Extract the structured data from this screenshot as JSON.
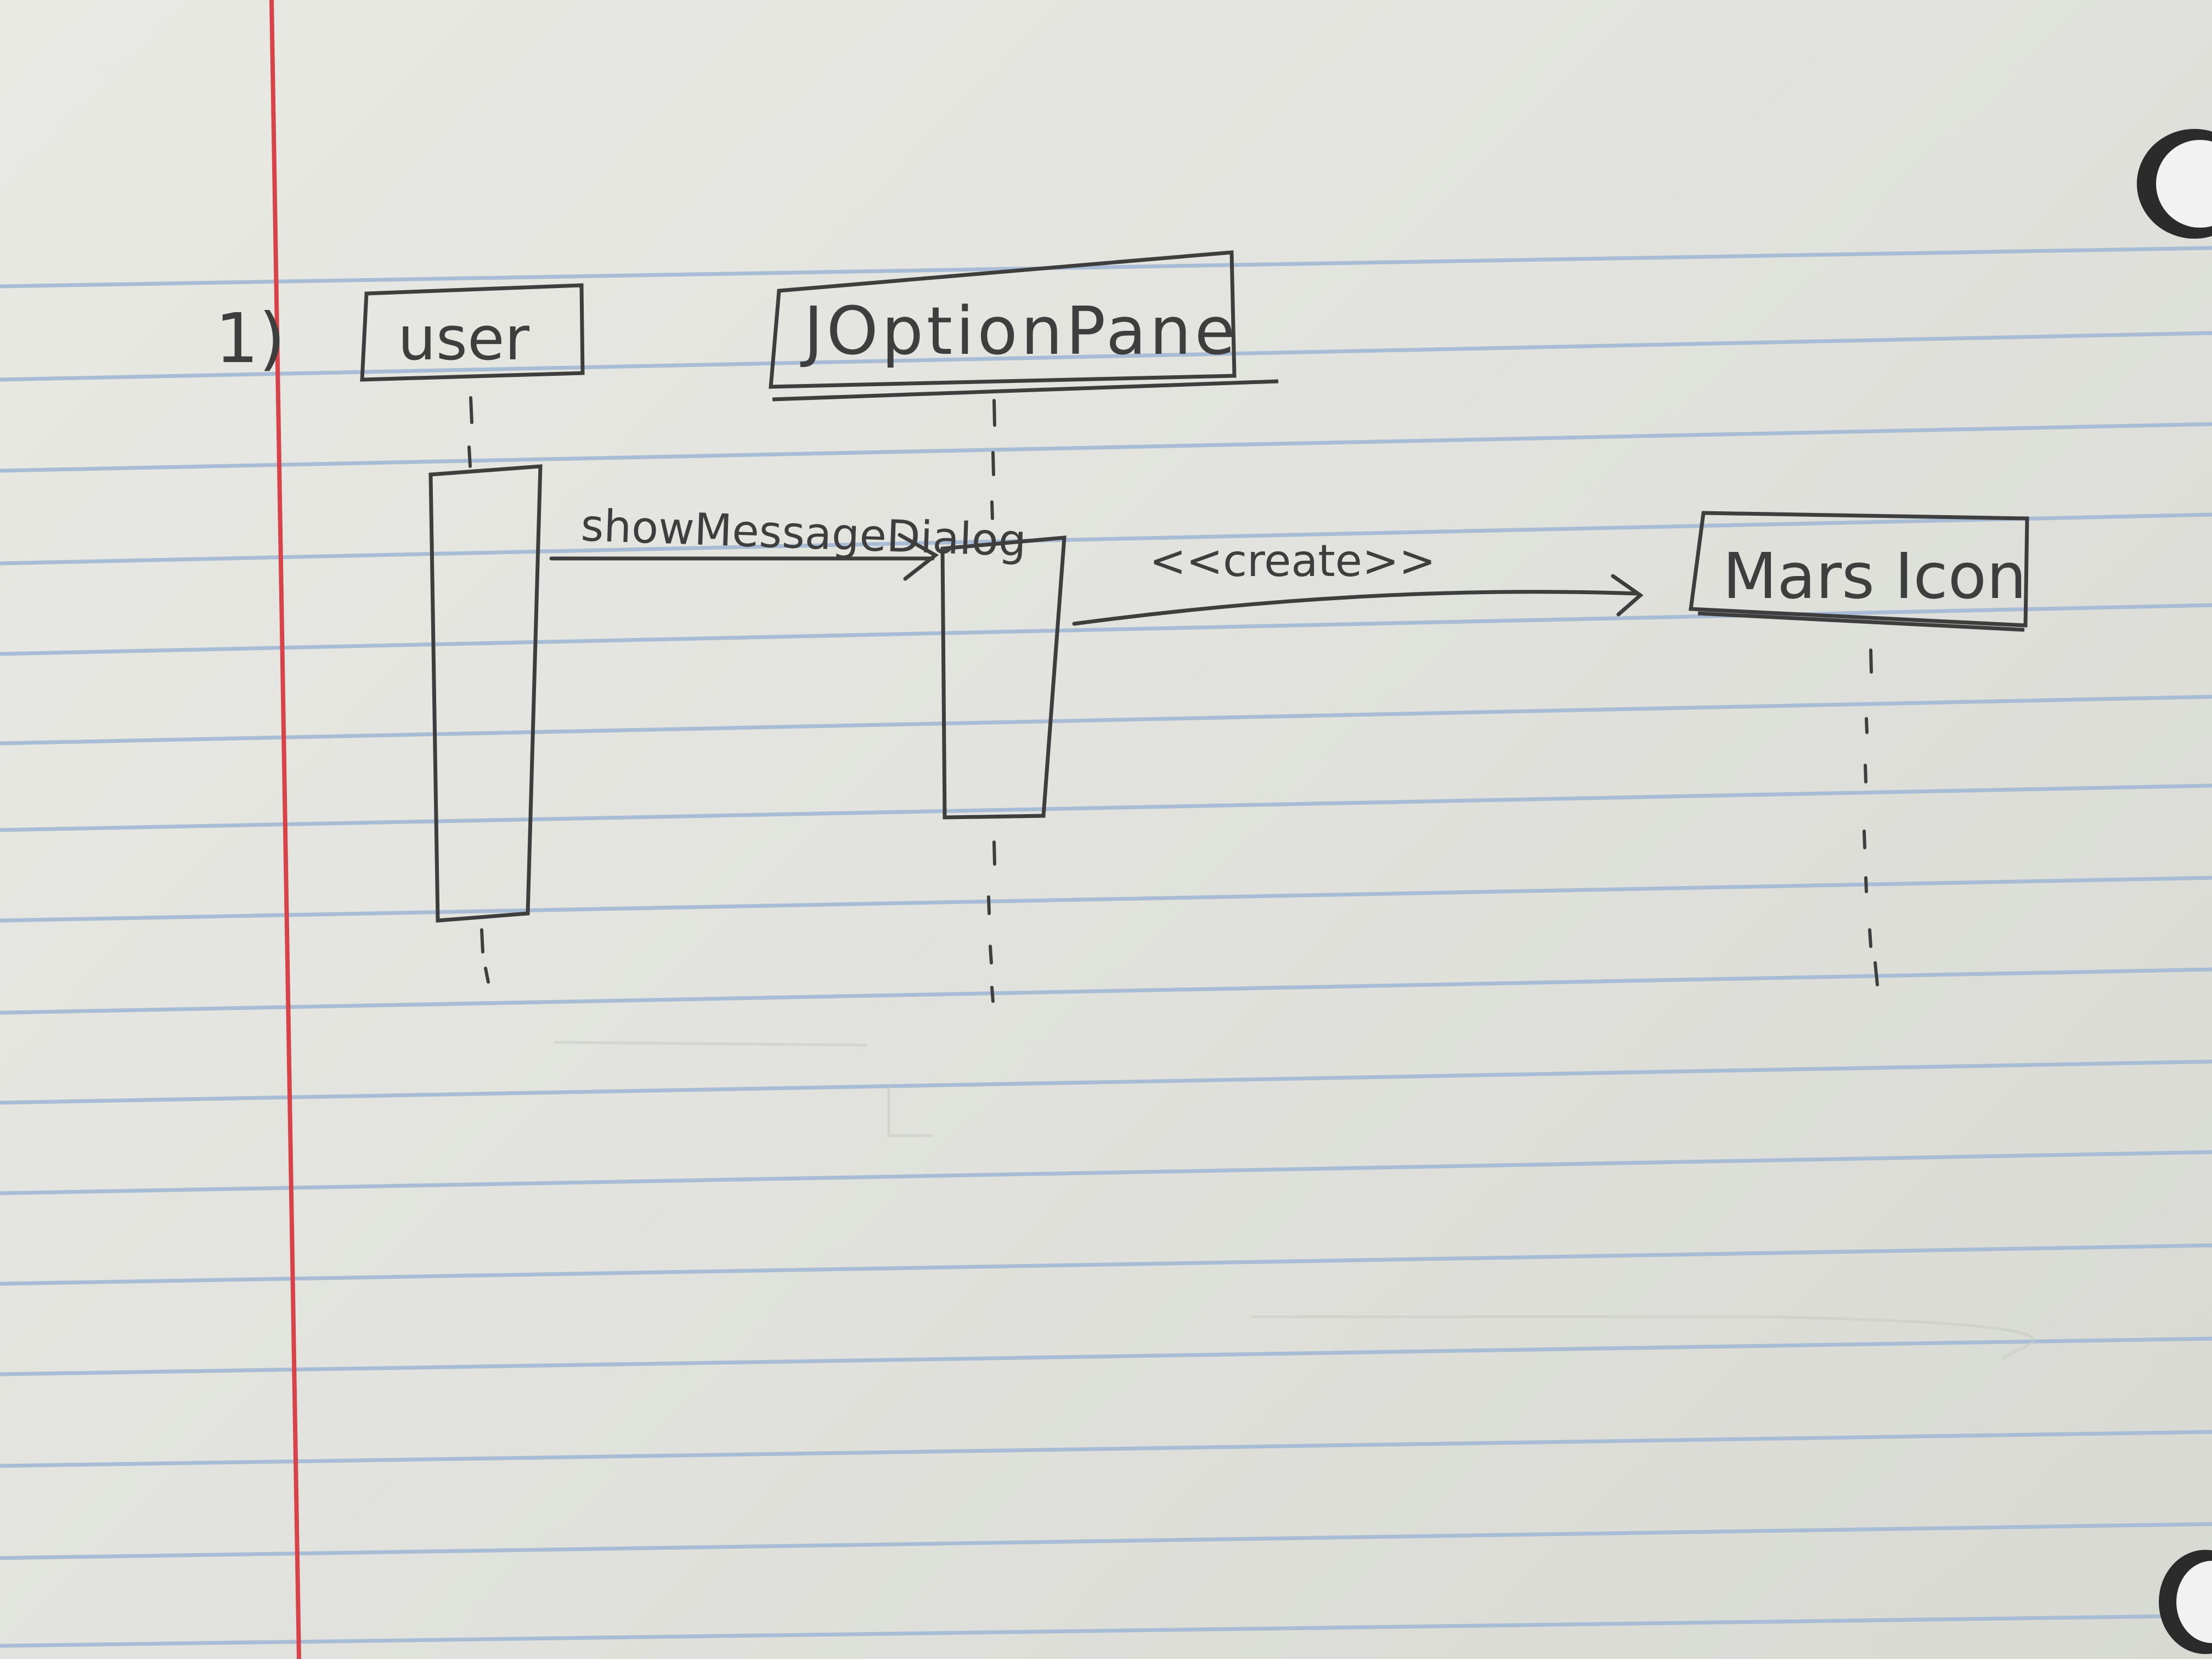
{
  "diagram": {
    "problem_number": "1)",
    "lifelines": [
      {
        "id": "user",
        "label": "user"
      },
      {
        "id": "joptionpane",
        "label": "JOptionPane"
      },
      {
        "id": "marsicon",
        "label": "Mars Icon"
      }
    ],
    "messages": [
      {
        "label": "showMessageDialog",
        "from": "user",
        "to": "joptionpane"
      },
      {
        "label": "<<create>>",
        "from": "joptionpane",
        "to": "marsicon"
      }
    ]
  },
  "colors": {
    "paper": "#e6e7e2",
    "rule_lines": "#9fb6d3",
    "margin_line": "#d8434a",
    "pencil": "#3e3e3e"
  }
}
